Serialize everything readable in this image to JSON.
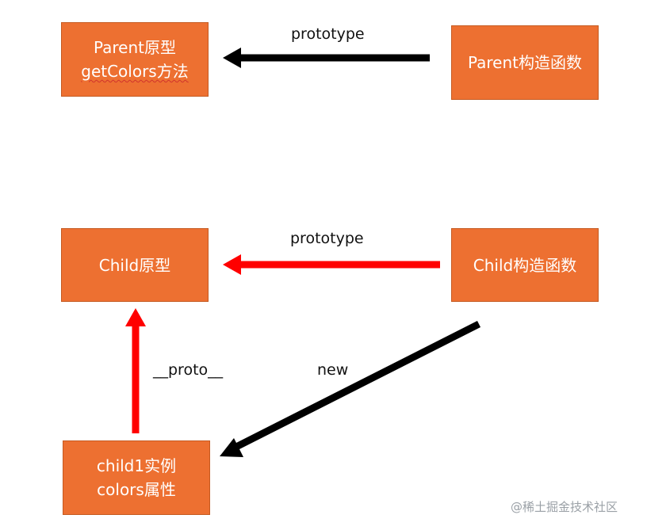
{
  "colors": {
    "box_fill": "#ED7031",
    "box_text": "#ffffff",
    "arrow_black": "#000000",
    "arrow_red": "#FF0000",
    "background": "#ffffff"
  },
  "nodes": {
    "parent_prototype": {
      "line1": "Parent原型",
      "line2": "getColors方法"
    },
    "parent_constructor": {
      "line1": "Parent构造函数"
    },
    "child_prototype": {
      "line1": "Child原型"
    },
    "child_constructor": {
      "line1": "Child构造函数"
    },
    "child1_instance": {
      "line1": "child1实例",
      "line2": "colors属性"
    }
  },
  "edges": {
    "parent_prototype_link": {
      "label": "prototype",
      "color": "black"
    },
    "child_prototype_link": {
      "label": "prototype",
      "color": "red"
    },
    "child_proto_link": {
      "label": "__proto__",
      "color": "red"
    },
    "new_link": {
      "label": "new",
      "color": "black"
    }
  },
  "watermark": "@稀土掘金技术社区"
}
